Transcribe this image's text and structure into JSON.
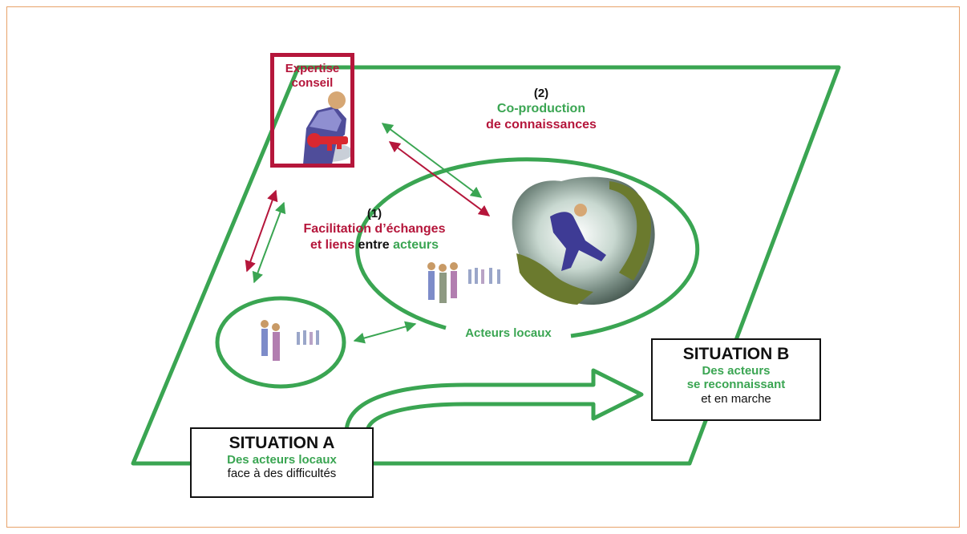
{
  "expertise": {
    "line1": "Expertise",
    "line2": "conseil"
  },
  "coproduction": {
    "number": "(2)",
    "line1": "Co-production",
    "line2": "de connaissances"
  },
  "facilitation": {
    "number": "(1)",
    "line1": "Facilitation d’échanges",
    "line2_a": "et liens",
    "line2_b": "entre",
    "line2_c": "acteurs"
  },
  "acteurs_locaux": "Acteurs locaux",
  "situation_a": {
    "title": "SITUATION A",
    "line1": "Des acteurs locaux",
    "line2": "face à des difficultés"
  },
  "situation_b": {
    "title": "SITUATION B",
    "line1": "Des acteurs",
    "line2": "se reconnaissant",
    "line3": "et en marche"
  },
  "colors": {
    "green": "#3aa552",
    "red": "#b5163b",
    "frame": "#e7a26a"
  },
  "icons": [
    "consultant-with-key-clipart",
    "person-climbing-rock-clipart",
    "group-of-people-clipart"
  ]
}
